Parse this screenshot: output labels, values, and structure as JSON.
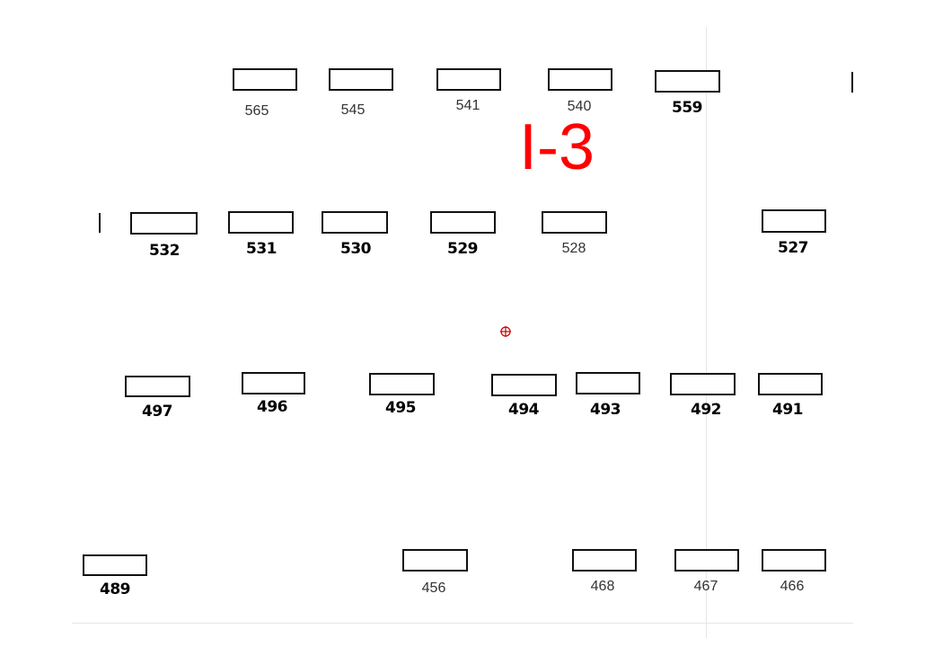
{
  "drawing": {
    "zone_label": "I-3",
    "accent_color": "#ff0000",
    "rows": [
      {
        "units": [
          "565",
          "545",
          "541",
          "540",
          "559"
        ]
      },
      {
        "units": [
          "532",
          "531",
          "530",
          "529",
          "528",
          "527"
        ]
      },
      {
        "units": [
          "497",
          "496",
          "495",
          "494",
          "493",
          "492",
          "491"
        ]
      },
      {
        "units": [
          "489",
          "456",
          "468",
          "467",
          "466"
        ]
      }
    ]
  }
}
